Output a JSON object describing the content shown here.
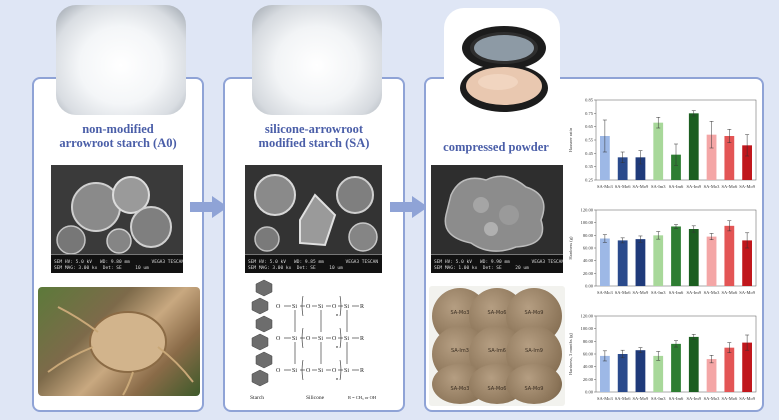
{
  "panels": {
    "a0_title_line1": "non-modified",
    "a0_title_line2": "arrowroot starch (A0)",
    "sa_title_line1": "silicone-arrowroot",
    "sa_title_line2": "modified starch (SA)",
    "cp_title": "compressed powder"
  },
  "sem_footer": {
    "a0": "SEM HV: 5.0 kV   WD: 9.80 mm        VEGA3 TESCAN\nSEM MAG: 3.00 kx  Det: SE     10 um",
    "sa": "SEM HV: 5.0 kV   WD: 9.85 mm        VEGA3 TESCAN\nSEM MAG: 3.00 kx  Det: SE     10 um",
    "cp": "SEM HV: 5.0 kV   WD: 9.90 mm        VEGA3 TESCAN\nSEM MAG: 1.00 kx  Det: SE     20 um"
  },
  "diagram": {
    "si": "Si",
    "o": "O",
    "r": "R",
    "n": "n",
    "starch_label": "Starch",
    "silicone_label": "Silicone",
    "r_def": "R = CH₃ or OH"
  },
  "tablets": [
    "SA-Mo3",
    "SA-Mo6",
    "SA-Mo9",
    "SA-Im3",
    "SA-Im6",
    "SA-Im9",
    "SA-Mo3",
    "SA-Mo6",
    "SA-Mo9"
  ],
  "colors": {
    "accent": "#4a5ea8",
    "border": "#8fa3d6",
    "background": "#dfe6f5"
  },
  "chart_data": [
    {
      "type": "bar",
      "categories": [
        "SA-Mo3",
        "SA-Mo6",
        "SA-Mo9",
        "SA-Im3",
        "SA-Im6",
        "SA-Im9",
        "SA-Mo3",
        "SA-Mo6",
        "SA-Mo9"
      ],
      "values": [
        0.58,
        0.42,
        0.42,
        0.68,
        0.44,
        0.75,
        0.59,
        0.58,
        0.51
      ],
      "errors": [
        0.12,
        0.04,
        0.05,
        0.04,
        0.08,
        0.02,
        0.1,
        0.05,
        0.08
      ],
      "colors": [
        "#9db8e6",
        "#2a4a8c",
        "#1f3a7a",
        "#a8d89a",
        "#2e7d32",
        "#1b5e20",
        "#f4a6a6",
        "#e35555",
        "#c0171c"
      ],
      "ylabel": "Hausner ratio",
      "yticks": [
        "0.25",
        "0.35",
        "0.45",
        "0.55",
        "0.65",
        "0.75",
        "0.85"
      ],
      "ylim": [
        0.25,
        0.85
      ]
    },
    {
      "type": "bar",
      "categories": [
        "SA-Mo3",
        "SA-Mo6",
        "SA-Mo9",
        "SA-Im3",
        "SA-Im6",
        "SA-Im9",
        "SA-Mo3",
        "SA-Mo6",
        "SA-Mo9"
      ],
      "values": [
        75,
        72,
        74,
        80,
        94,
        90,
        78,
        95,
        72
      ],
      "errors": [
        6,
        4,
        5,
        6,
        3,
        5,
        5,
        8,
        12
      ],
      "colors": [
        "#9db8e6",
        "#2a4a8c",
        "#1f3a7a",
        "#a8d89a",
        "#2e7d32",
        "#1b5e20",
        "#f4a6a6",
        "#e35555",
        "#c0171c"
      ],
      "ylabel": "Hardness (g)",
      "yticks": [
        "0.00",
        "20.00",
        "40.00",
        "60.00",
        "80.00",
        "100.00",
        "120.00"
      ],
      "ylim": [
        0,
        120
      ]
    },
    {
      "type": "bar",
      "categories": [
        "SA-Mo3",
        "SA-Mo6",
        "SA-Mo9",
        "SA-Im3",
        "SA-Im6",
        "SA-Im9",
        "SA-Mo3",
        "SA-Mo6",
        "SA-Mo9"
      ],
      "values": [
        57,
        60,
        66,
        57,
        76,
        87,
        52,
        70,
        78
      ],
      "errors": [
        8,
        6,
        4,
        7,
        5,
        4,
        6,
        8,
        12
      ],
      "colors": [
        "#9db8e6",
        "#2a4a8c",
        "#1f3a7a",
        "#a8d89a",
        "#2e7d32",
        "#1b5e20",
        "#f4a6a6",
        "#e35555",
        "#c0171c"
      ],
      "ylabel": "Hardness, 3 months (g)",
      "yticks": [
        "0.00",
        "20.00",
        "40.00",
        "60.00",
        "80.00",
        "100.00",
        "120.00"
      ],
      "ylim": [
        0,
        120
      ]
    }
  ]
}
